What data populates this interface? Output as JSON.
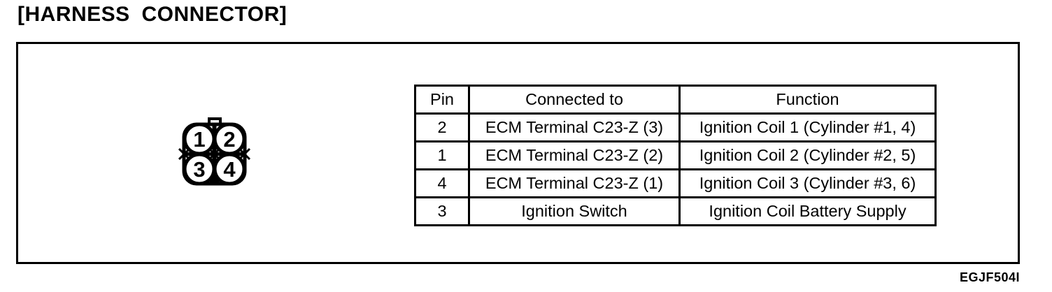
{
  "page": {
    "title": "[HARNESS CONNECTOR]",
    "figure_code": "EGJF504I"
  },
  "connector": {
    "description": "4-pin harness connector face view",
    "pins": [
      "1",
      "2",
      "3",
      "4"
    ]
  },
  "table": {
    "headers": [
      "Pin",
      "Connected to",
      "Function"
    ],
    "rows": [
      [
        "2",
        "ECM Terminal C23-Z (3)",
        "Ignition Coil 1 (Cylinder #1, 4)"
      ],
      [
        "1",
        "ECM Terminal C23-Z (2)",
        "Ignition Coil 2 (Cylinder #2, 5)"
      ],
      [
        "4",
        "ECM Terminal C23-Z (1)",
        "Ignition Coil 3 (Cylinder #3, 6)"
      ],
      [
        "3",
        "Ignition Switch",
        "Ignition Coil Battery Supply"
      ]
    ]
  },
  "colors": {
    "ink": "#000000",
    "paper": "#ffffff"
  }
}
